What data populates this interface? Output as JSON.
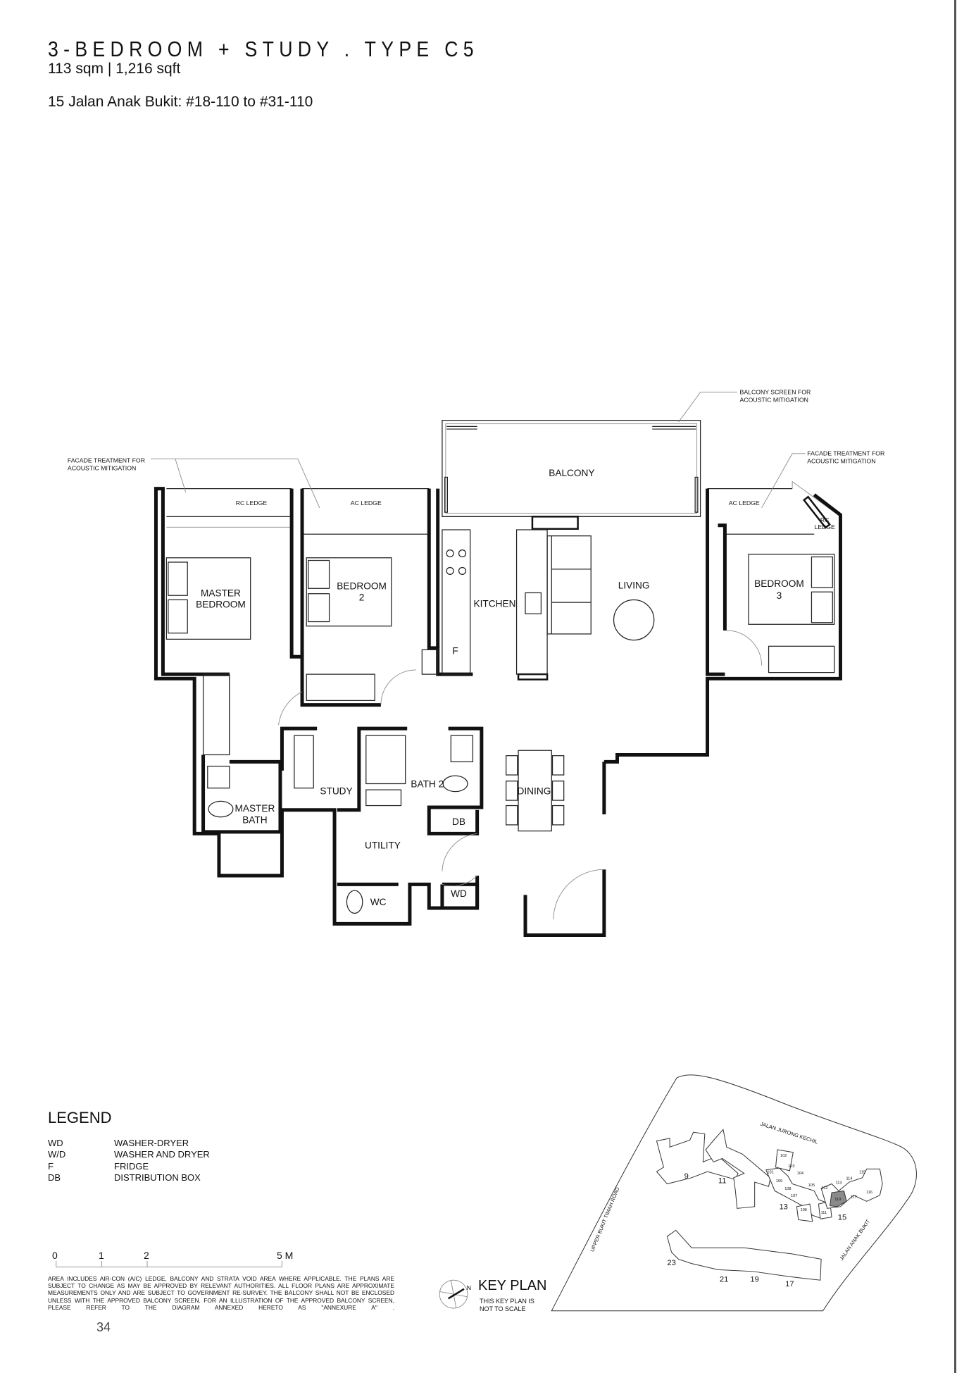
{
  "header": {
    "title": "3-BEDROOM + STUDY . TYPE C5",
    "area": "113 sqm | 1,216 sqft",
    "address": "15 Jalan Anak Bukit: #18-110 to #31-110"
  },
  "floorplan": {
    "rooms": {
      "balcony": "BALCONY",
      "master_bedroom_1": "MASTER",
      "master_bedroom_2": "BEDROOM",
      "bedroom2_1": "BEDROOM",
      "bedroom2_2": "2",
      "kitchen": "KITCHEN",
      "living": "LIVING",
      "bedroom3_1": "BEDROOM",
      "bedroom3_2": "3",
      "fridge": "F",
      "study": "STUDY",
      "bath2": "BATH 2",
      "dining": "DINING",
      "master_bath_1": "MASTER",
      "master_bath_2": "BATH",
      "db": "DB",
      "utility": "UTILITY",
      "wc": "WC",
      "wd": "WD",
      "rc_ledge_left": "RC LEDGE",
      "ac_ledge_left": "AC LEDGE",
      "ac_ledge_right": "AC LEDGE",
      "rc_ledge_right_1": "RC",
      "rc_ledge_right_2": "LEDGE"
    },
    "annotations": {
      "facade_left_1": "FACADE TREATMENT FOR",
      "facade_left_2": "ACOUSTIC MITIGATION",
      "balcony_screen_1": "BALCONY SCREEN FOR",
      "balcony_screen_2": "ACOUSTIC MITIGATION",
      "facade_right_1": "FACADE TREATMENT FOR",
      "facade_right_2": "ACOUSTIC MITIGATION"
    }
  },
  "legend": {
    "title": "LEGEND",
    "items": [
      {
        "abbr": "WD",
        "desc": "WASHER-DRYER"
      },
      {
        "abbr": "W/D",
        "desc": "WASHER AND DRYER"
      },
      {
        "abbr": "F",
        "desc": "FRIDGE"
      },
      {
        "abbr": "DB",
        "desc": "DISTRIBUTION BOX"
      }
    ]
  },
  "scale_bar": {
    "labels": [
      "0",
      "1",
      "2",
      "5 M"
    ]
  },
  "disclaimer": "AREA INCLUDES AIR-CON (A/C) LEDGE, BALCONY AND STRATA VOID AREA WHERE APPLICABLE. THE PLANS ARE SUBJECT TO CHANGE AS MAY BE APPROVED BY RELEVANT AUTHORITIES. ALL FLOOR PLANS ARE APPROXIMATE MEASUREMENTS ONLY AND ARE SUBJECT TO GOVERNMENT RE-SURVEY. THE BALCONY SHALL NOT BE ENCLOSED UNLESS WITH THE APPROVED BALCONY SCREEN. FOR AN ILLUSTRATION OF THE APPROVED BALCONY SCREEN, PLEASE REFER TO THE DIAGRAM ANNEXED HERETO AS \"ANNEXURE A\" .",
  "page_number": "34",
  "key_plan": {
    "title": "KEY PLAN",
    "note_1": "THIS KEY PLAN IS",
    "note_2": "NOT TO SCALE",
    "north": "N",
    "highlight_color": "#8a8a8a",
    "roads": {
      "north": "JALAN JURONG KECHIL",
      "west": "UPPER BUKIT TIMAH ROAD",
      "east": "JALAN ANAK BUKIT"
    },
    "blocks": [
      "9",
      "11",
      "13",
      "15",
      "23",
      "21",
      "19",
      "17"
    ],
    "units": [
      "101",
      "102",
      "103",
      "104",
      "105",
      "106",
      "107",
      "108",
      "109",
      "110",
      "111",
      "112",
      "113",
      "114",
      "115",
      "116",
      "117"
    ],
    "highlighted_unit": "110"
  }
}
